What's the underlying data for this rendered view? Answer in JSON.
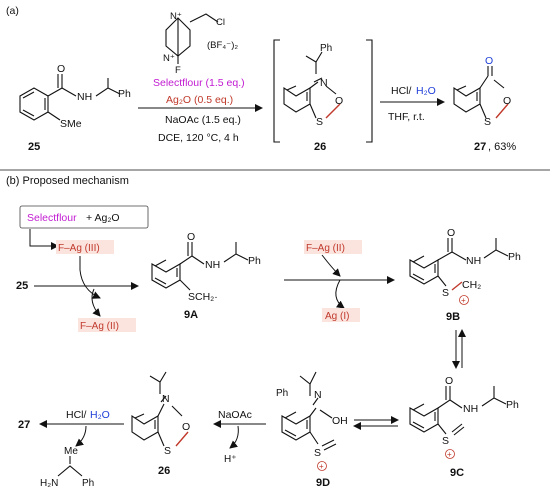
{
  "part_a": {
    "label": "(a)",
    "reagent_name": "Selectflour (1.5 eq.)",
    "reagent_counterion": "(BF₄⁻)₂",
    "reagent_atoms": {
      "n_plus_top": "N⁺",
      "cl": "Cl",
      "n_plus_mid": "N⁺",
      "f": "F"
    },
    "oxidant": "Ag₂O (0.5 eq.)",
    "base": "NaOAc (1.5 eq.)",
    "conditions": "DCE, 120 °C, 4 h",
    "sm_number": "25",
    "sm_atoms": {
      "o": "O",
      "nh": "NH",
      "ph": "Ph",
      "sme": "SMe"
    },
    "int_number": "26",
    "int_atoms": {
      "ph": "Ph",
      "n": "N",
      "o": "O",
      "s": "S"
    },
    "step2_reagent_a": "HCl/",
    "step2_reagent_b": "H₂O",
    "step2_solvent": "THF, r.t.",
    "product_number": "27",
    "product_yield": ", 63%",
    "product_atoms": {
      "o_top": "O",
      "o_ring": "O",
      "s": "S"
    }
  },
  "part_b": {
    "label": "(b) Proposed mechanism",
    "box_text_a": "Selectflour",
    "box_text_b": " + Ag₂O",
    "fag3": "F–Ag (III)",
    "fag2_left": "F–Ag (II)",
    "fag2_right": "F–Ag (II)",
    "ag1": "Ag (I)",
    "sm25": "25",
    "c9a": "9A",
    "c9b": "9B",
    "c9c": "9C",
    "c9d": "9D",
    "c26": "26",
    "c27": "27",
    "naoac": "NaOAc",
    "hplus": "H⁺",
    "hcl": "HCl/",
    "h2o": "H₂O",
    "amine_atoms": {
      "me": "Me",
      "h2n": "H₂N",
      "ph": "Ph"
    },
    "atoms_9a": {
      "o": "O",
      "nh": "NH",
      "ph": "Ph",
      "sch2": "SCH₂·"
    },
    "atoms_9b": {
      "o": "O",
      "nh": "NH",
      "ph": "Ph",
      "s": "S",
      "ch2": "CH₂",
      "plus": "+"
    },
    "atoms_9c": {
      "o": "O",
      "nh": "NH",
      "ph": "Ph",
      "s": "S",
      "plus": "+"
    },
    "atoms_9d": {
      "ph": "Ph",
      "n": "N",
      "oh": "OH",
      "s": "S",
      "plus": "+"
    },
    "atoms_26": {
      "n": "N",
      "o": "O",
      "s": "S"
    }
  }
}
